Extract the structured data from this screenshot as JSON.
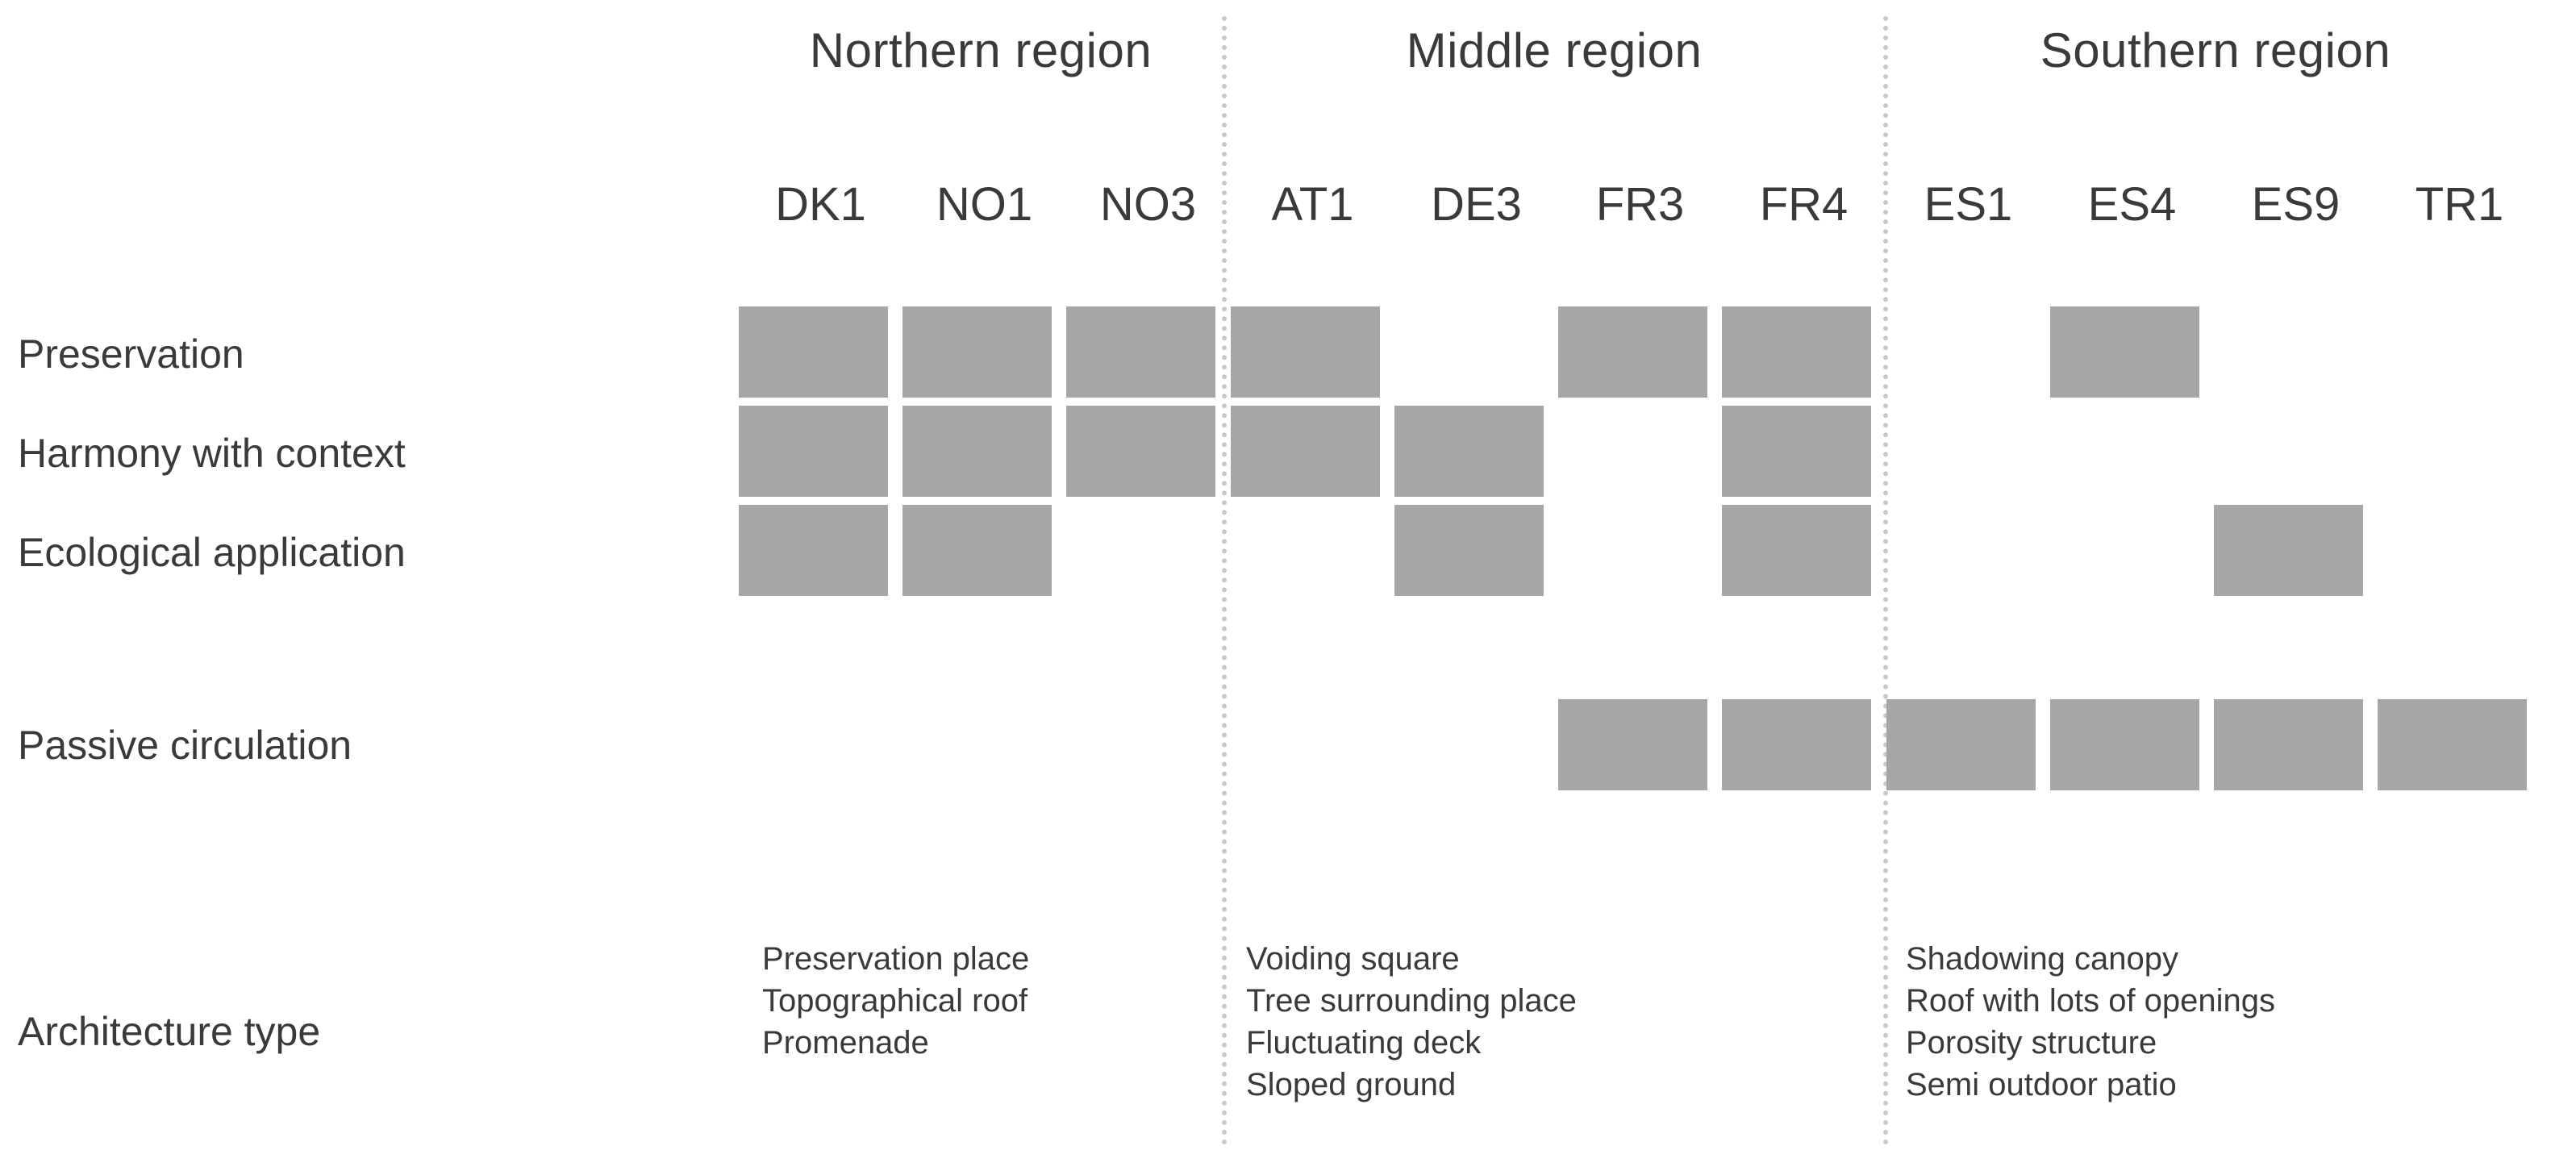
{
  "chart_data": {
    "type": "heatmap",
    "title": "",
    "xlabel": "",
    "ylabel": "",
    "grid": false,
    "legend": "none",
    "accent_color": "#a6a6a6",
    "divider_color": "#c9c9c9",
    "text_color": "#3a3a3a",
    "regions": [
      {
        "label": "Northern region",
        "columns": [
          "DK1",
          "NO1",
          "NO3"
        ]
      },
      {
        "label": "Middle region",
        "columns": [
          "AT1",
          "DE3",
          "FR3",
          "FR4"
        ]
      },
      {
        "label": "Southern region",
        "columns": [
          "ES1",
          "ES4",
          "ES9",
          "TR1"
        ]
      }
    ],
    "categories": [
      "DK1",
      "NO1",
      "NO3",
      "AT1",
      "DE3",
      "FR3",
      "FR4",
      "ES1",
      "ES4",
      "ES9",
      "TR1"
    ],
    "rows": [
      "Preservation",
      "Harmony with context",
      "Ecological application",
      "Passive circulation"
    ],
    "series": [
      {
        "name": "Preservation",
        "values": [
          1,
          1,
          1,
          1,
          0,
          1,
          1,
          0,
          1,
          0,
          0
        ]
      },
      {
        "name": "Harmony with context",
        "values": [
          1,
          1,
          1,
          1,
          1,
          0,
          1,
          0,
          0,
          0,
          0
        ]
      },
      {
        "name": "Ecological application",
        "values": [
          1,
          1,
          0,
          0,
          1,
          0,
          1,
          0,
          0,
          1,
          0
        ]
      },
      {
        "name": "Passive circulation",
        "values": [
          0,
          0,
          0,
          0,
          0,
          1,
          1,
          1,
          1,
          1,
          1
        ]
      }
    ],
    "footer_row_label": "Architecture type",
    "architecture_types": [
      {
        "region": "Northern region",
        "items": [
          "Preservation  place",
          "Topographical  roof",
          "Promenade"
        ]
      },
      {
        "region": "Middle region",
        "items": [
          "Voiding  square",
          "Tree surrounding place",
          "Fluctuating  deck",
          "Sloped  ground"
        ]
      },
      {
        "region": "Southern region",
        "items": [
          "Shadowing  canopy",
          "Roof with lots of openings",
          "Porosity  structure",
          "Semi  outdoor patio"
        ]
      }
    ]
  }
}
